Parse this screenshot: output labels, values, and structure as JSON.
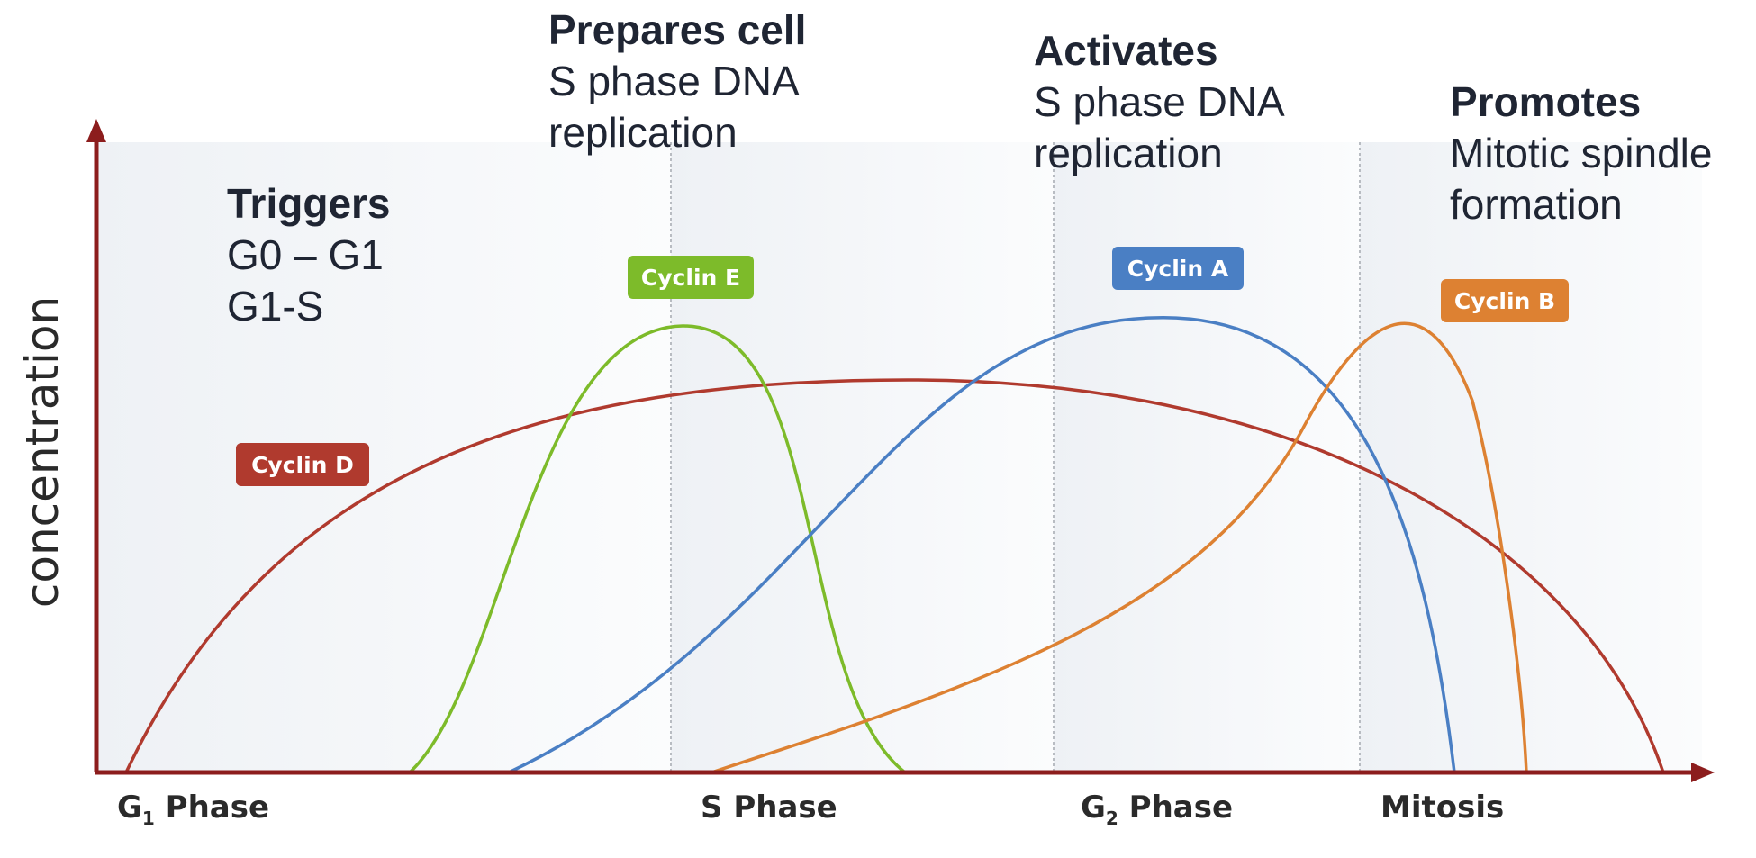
{
  "y_axis_label": "concentration",
  "phases": [
    {
      "name": "G",
      "sub": "1",
      "rest": " Phase"
    },
    {
      "name": "S Phase",
      "sub": "",
      "rest": ""
    },
    {
      "name": "G",
      "sub": "2",
      "rest": " Phase"
    },
    {
      "name": "Mitosis",
      "sub": "",
      "rest": ""
    }
  ],
  "cyclins": [
    {
      "label": "Cyclin D",
      "color": "#b03a2e"
    },
    {
      "label": "Cyclin E",
      "color": "#7dbb2a"
    },
    {
      "label": "Cyclin A",
      "color": "#4a7fc4"
    },
    {
      "label": "Cyclin B",
      "color": "#dd8132"
    }
  ],
  "annotations": {
    "triggers": {
      "heading": "Triggers",
      "lines": [
        "G0 – G1",
        "G1-S"
      ]
    },
    "prepares": {
      "heading": "Prepares cell",
      "lines": [
        "S phase DNA",
        "replication"
      ]
    },
    "activates": {
      "heading": "Activates",
      "lines": [
        "S phase DNA",
        "replication"
      ]
    },
    "promotes": {
      "heading": "Promotes",
      "lines": [
        "Mitotic spindle",
        "formation"
      ]
    }
  },
  "colors": {
    "axis": "#8c1d1d",
    "divider": "#b8bcc2"
  }
}
